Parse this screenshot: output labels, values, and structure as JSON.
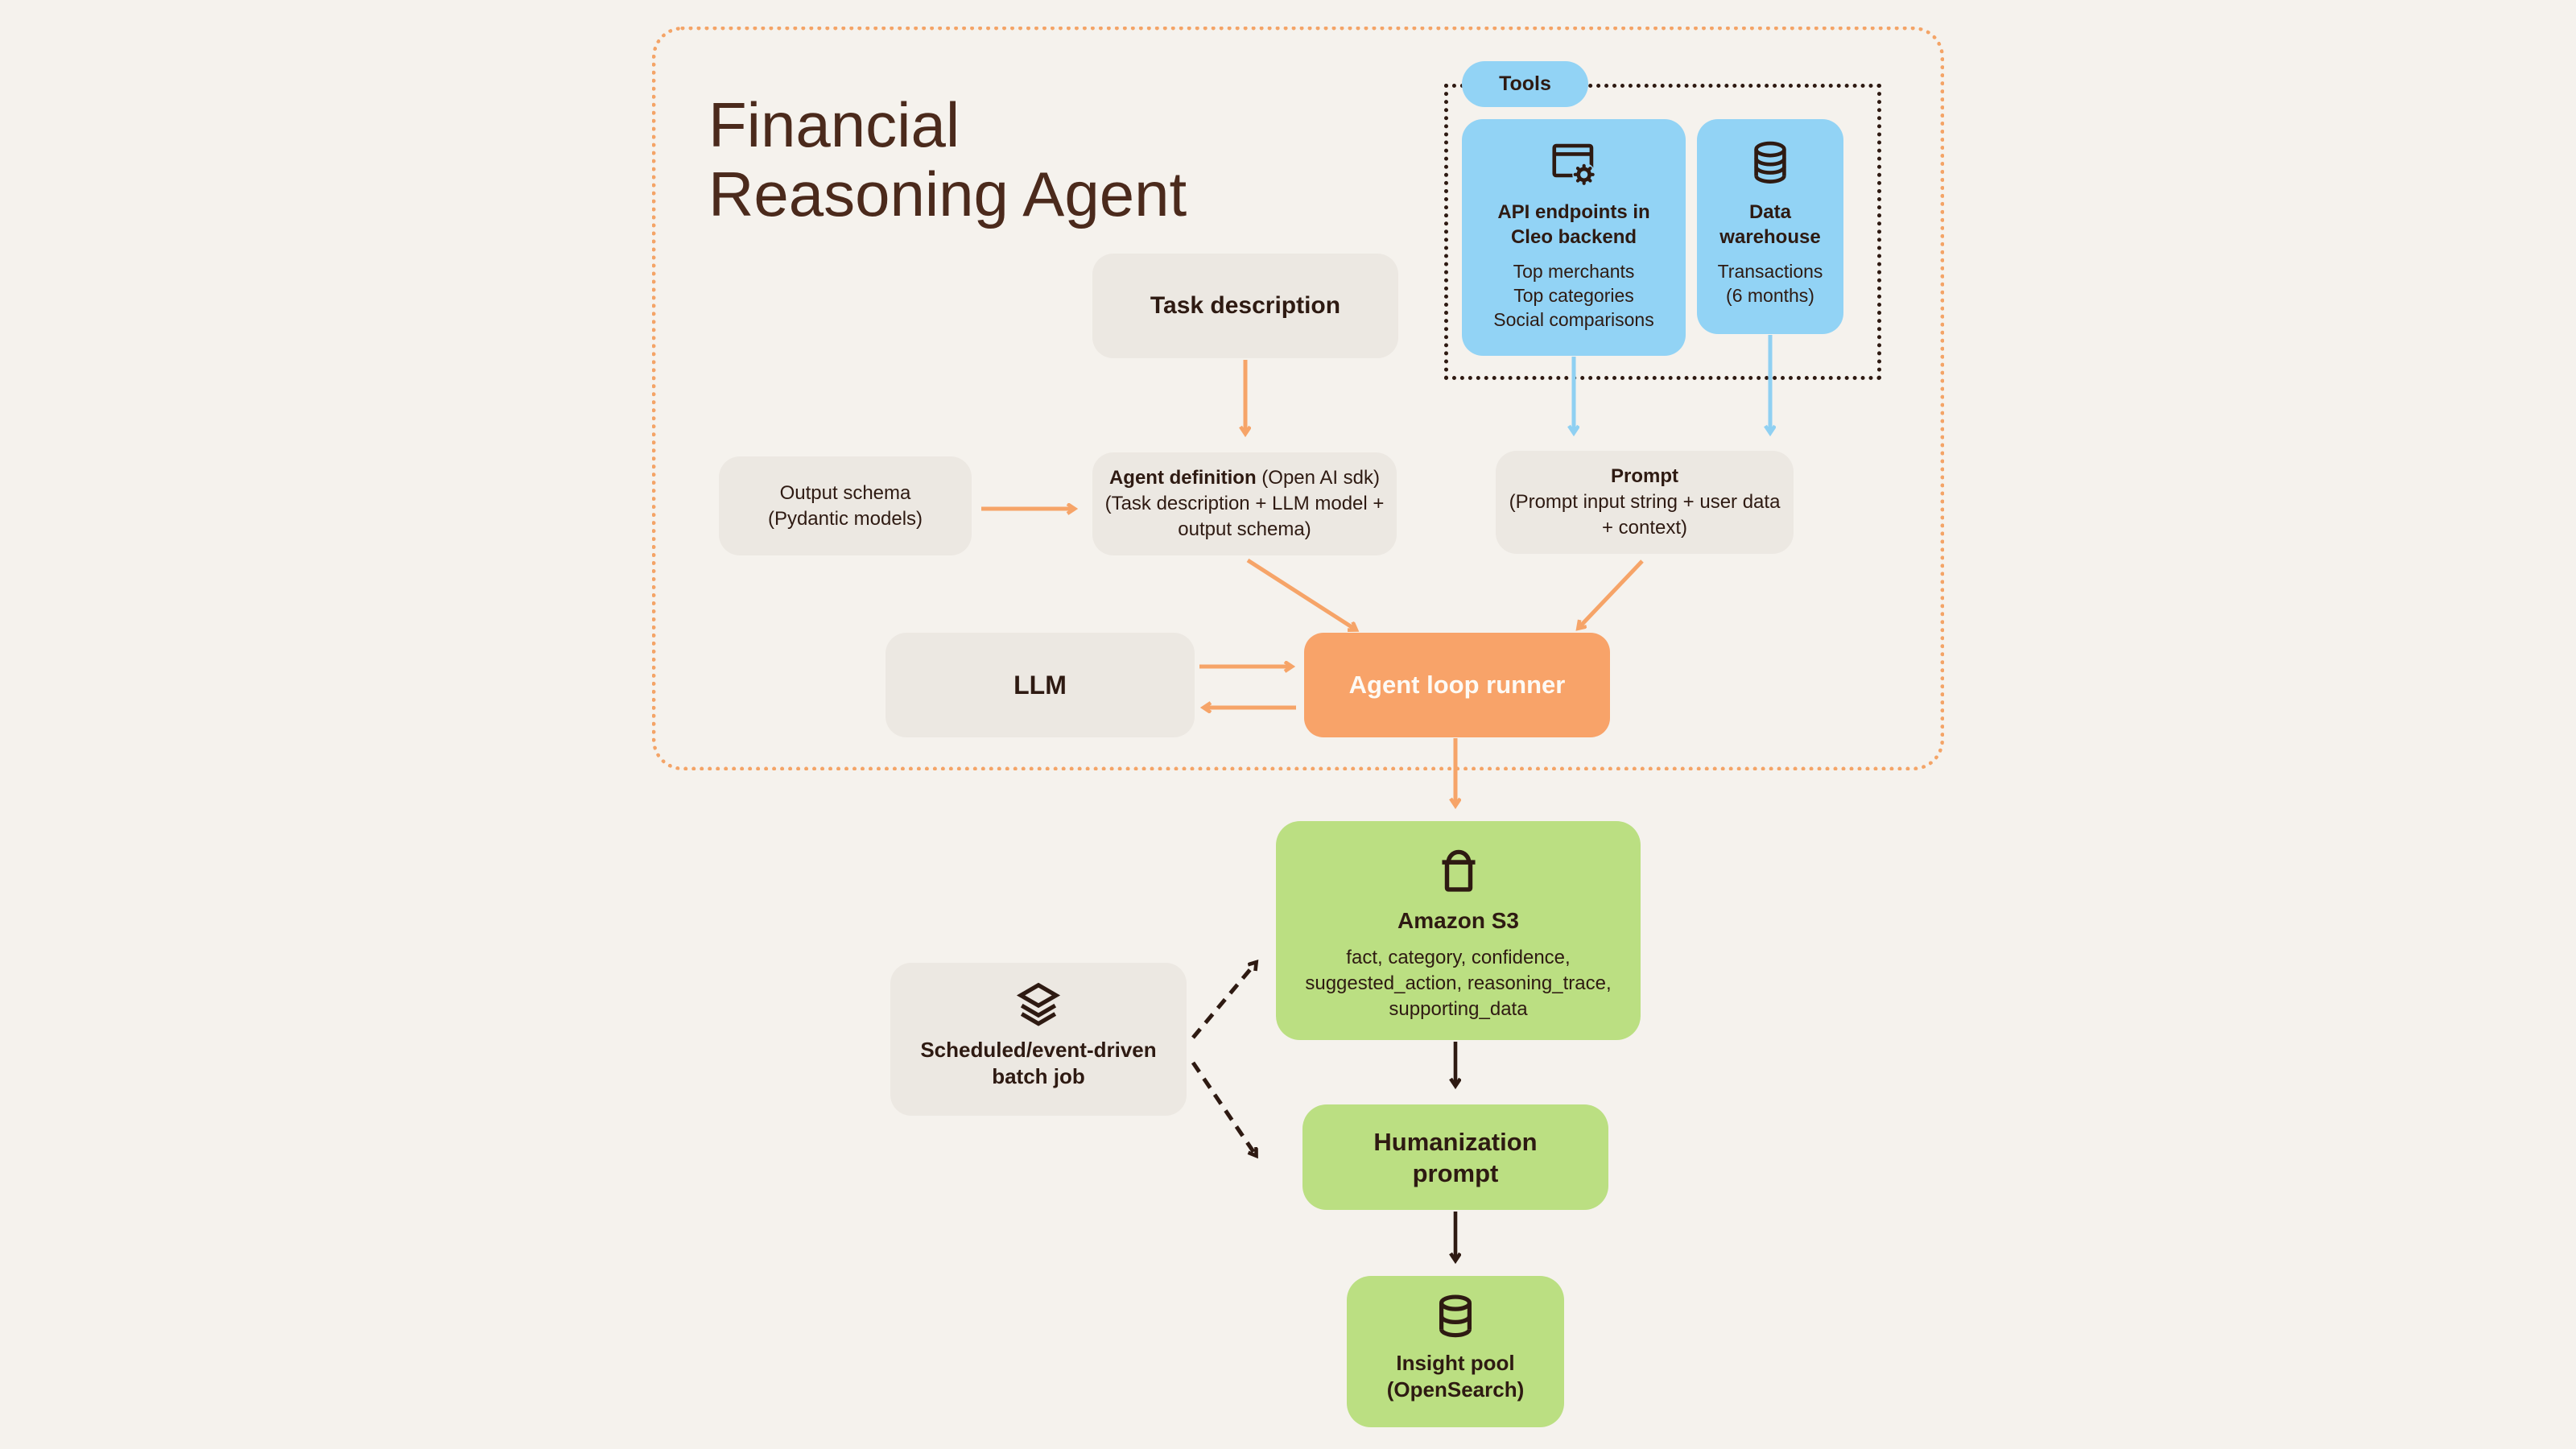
{
  "title": "Financial\nReasoning Agent",
  "colors": {
    "background": "#f5f2ed",
    "container_border_orange": "#f4a467",
    "tools_border_dark": "#2e1a12",
    "blue": "#92d3f5",
    "grey": "#ece8e2",
    "orange": "#f8a369",
    "green": "#bbdf82",
    "text_dark": "#2e1a12",
    "title_brown": "#4b2a1c",
    "runner_text": "#fdfaf5"
  },
  "tools": {
    "label": "Tools",
    "api_box": {
      "icon": "browser-gear-icon",
      "title": "API endpoints in\nCleo backend",
      "items": "Top merchants\nTop categories\nSocial comparisons"
    },
    "warehouse_box": {
      "icon": "database-icon",
      "title": "Data\nwarehouse",
      "items": "Transactions\n(6 months)"
    }
  },
  "task_description": {
    "label": "Task description"
  },
  "output_schema": {
    "label": "Output schema\n(Pydantic models)"
  },
  "agent_definition": {
    "title": "Agent definition",
    "title_suffix": " (Open AI sdk)",
    "body": "(Task description + LLM model +\noutput schema)"
  },
  "prompt": {
    "title": "Prompt",
    "body": "(Prompt input string + user data\n+ context)"
  },
  "llm": {
    "label": "LLM"
  },
  "agent_loop_runner": {
    "label": "Agent loop runner"
  },
  "amazon_s3": {
    "icon": "bucket-icon",
    "title": "Amazon S3",
    "body": "fact, category, confidence,\nsuggested_action, reasoning_trace,\nsupporting_data"
  },
  "batch_job": {
    "icon": "layers-icon",
    "label": "Scheduled/event-driven\nbatch job"
  },
  "humanization_prompt": {
    "label": "Humanization\nprompt"
  },
  "insight_pool": {
    "icon": "database-icon",
    "label": "Insight pool\n(OpenSearch)"
  }
}
